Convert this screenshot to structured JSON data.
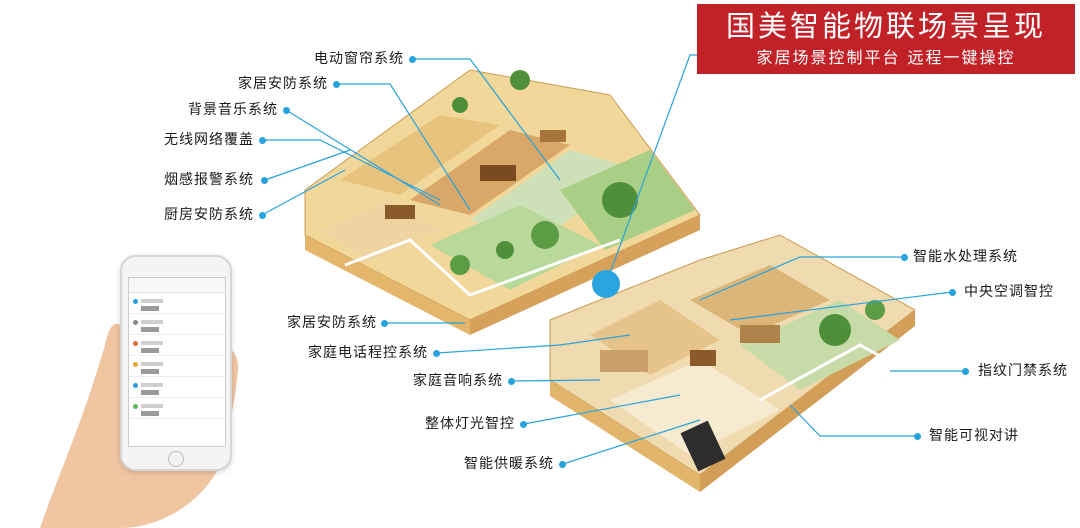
{
  "banner": {
    "title": "国美智能物联场景呈现",
    "subtitle": "家居场景控制平台 远程一键操控",
    "color": "#c12228"
  },
  "labels_left": [
    "电动窗帘系统",
    "家居安防系统",
    "背景音乐系统",
    "无线网络覆盖",
    "烟感报警系统",
    "厨房安防系统",
    "家居安防系统",
    "家庭电话程控系统",
    "家庭音响系统",
    "整体灯光智控",
    "智能供暖系统"
  ],
  "labels_right": [
    "智能水处理系统",
    "中央空调智控",
    "指纹门禁系统",
    "智能可视对讲"
  ],
  "accent_color": "#29a3dd",
  "phone_rows": [
    "#2a9de0",
    "#888888",
    "#e0703a",
    "#e8a030",
    "#2a9de0",
    "#5cb85c"
  ]
}
